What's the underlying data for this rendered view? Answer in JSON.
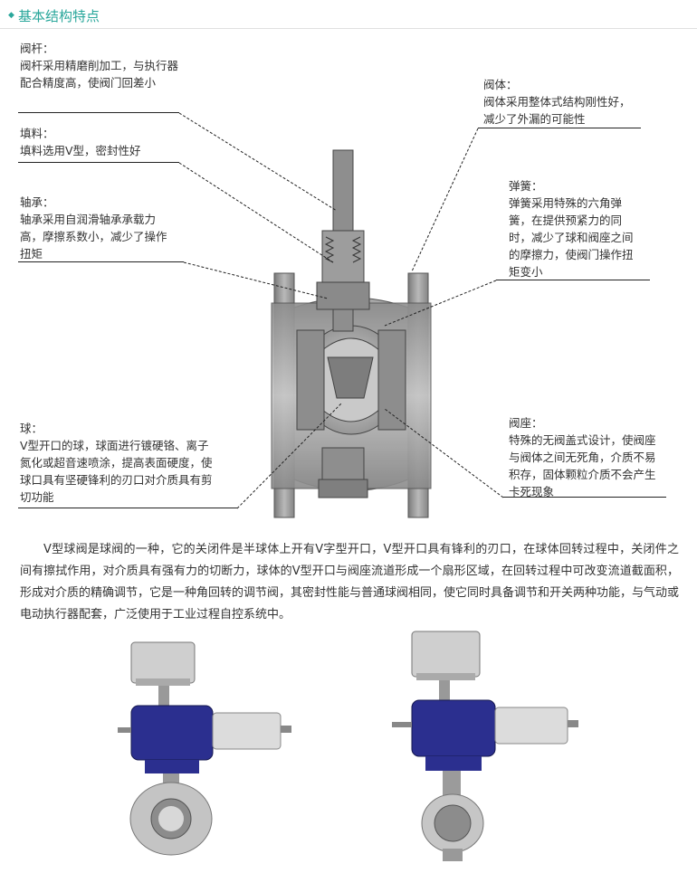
{
  "header": {
    "title": "基本结构特点"
  },
  "notes": {
    "stem": {
      "title": "阀杆：",
      "body": "阀杆采用精磨削加工，与执行器配合精度高，使阀门回差小"
    },
    "packing": {
      "title": "填料：",
      "body": "填料选用V型，密封性好"
    },
    "bearing": {
      "title": "轴承：",
      "body": "轴承采用自润滑轴承承载力高，摩擦系数小，减少了操作扭矩"
    },
    "ball": {
      "title": "球：",
      "body": "V型开口的球，球面进行镀硬铬、离子氮化或超音速喷涂，提高表面硬度，使球口具有坚硬锋利的刃口对介质具有剪切功能"
    },
    "body": {
      "title": "阀体：",
      "body": "阀体采用整体式结构刚性好，减少了外漏的可能性"
    },
    "spring": {
      "title": "弹簧：",
      "body": "弹簧采用特殊的六角弹簧，在提供预紧力的同时，减少了球和阀座之间的摩擦力，使阀门操作扭矩变小"
    },
    "seat": {
      "title": "阀座：",
      "body": "特殊的无阀盖式设计，使阀座与阀体之间无死角，介质不易积存，固体颗粒介质不会产生卡死现象"
    }
  },
  "description": "V型球阀是球阀的一种，它的关闭件是半球体上开有V字型开口，V型开口具有锋利的刃口，在球体回转过程中，关闭件之间有擦拭作用，对介质具有强有力的切断力，球体的V型开口与阀座流道形成一个扇形区域，在回转过程中可改变流道截面积，形成对介质的精确调节，它是一种角回转的调节阀，其密封性能与普通球阀相同，使它同时具备调节和开关两种功能，与气动或电动执行器配套，广泛使用于工业过程自控系统中。",
  "colors": {
    "accent": "#2aa79b",
    "actuator": "#2b2f8f",
    "metal": "#9a9a9a"
  }
}
